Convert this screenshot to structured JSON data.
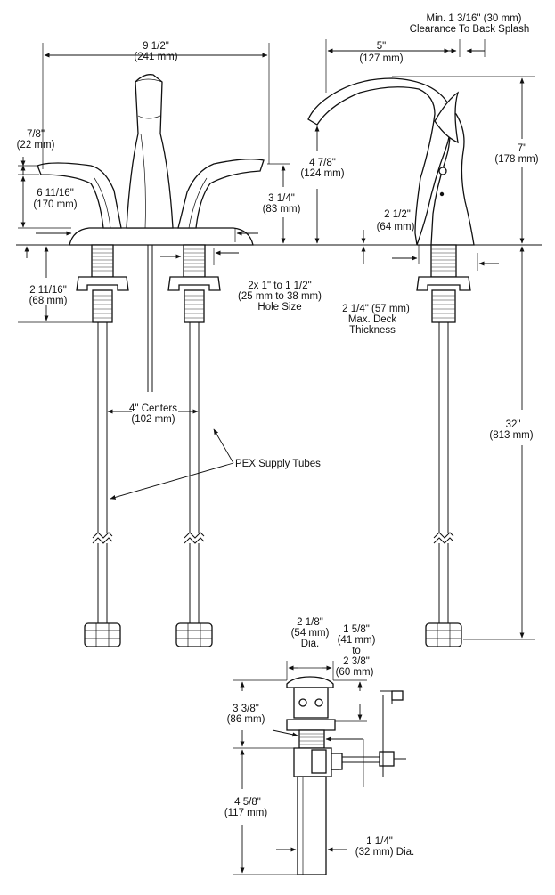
{
  "faucet_width": {
    "line1": "9 1/2\"",
    "line2": "(241 mm)"
  },
  "spout_reach": {
    "line1": "5\"",
    "line2": "(127 mm)"
  },
  "back_splash": {
    "line1": "Min. 1 3/16\" (30 mm)",
    "line2": "Clearance To Back Splash"
  },
  "handle_top": {
    "line1": "7/8\"",
    "line2": "(22 mm)"
  },
  "handle_height": {
    "line1": "6 11/16\"",
    "line2": "(170 mm)"
  },
  "spout_height_small": {
    "line1": "3 1/4\"",
    "line2": "(83 mm)"
  },
  "spout_outlet_height": {
    "line1": "4 7/8\"",
    "line2": "(124 mm)"
  },
  "overall_height": {
    "line1": "7\"",
    "line2": "(178 mm)"
  },
  "base_diameter": {
    "line1": "2 1/2\"",
    "line2": "(64 mm)"
  },
  "shank_length": {
    "line1": "2 11/16\"",
    "line2": "(68 mm)"
  },
  "hole_size": {
    "line1": "2x 1\" to 1 1/2\"",
    "line2": "(25 mm to 38 mm)",
    "line3": "Hole Size"
  },
  "deck_thickness": {
    "line1": "2 1/4\" (57 mm)",
    "line2": "Max. Deck",
    "line3": "Thickness"
  },
  "centers": {
    "line1": "4\" Centers",
    "line2": "(102 mm)"
  },
  "supply_tube_length": {
    "line1": "32\"",
    "line2": "(813 mm)"
  },
  "pex_label": "PEX Supply Tubes",
  "drain_flange": {
    "line1": "2 1/8\"",
    "line2": "(54 mm)",
    "line3": "Dia."
  },
  "drain_range": {
    "line1": "1 5/8\"",
    "line2": "(41 mm)",
    "line3": "to",
    "line4": "2 3/8\"",
    "line5": "(60 mm)"
  },
  "drain_top": {
    "line1": "3 3/8\"",
    "line2": "(86 mm)"
  },
  "drain_tail": {
    "line1": "4 5/8\"",
    "line2": "(117 mm)"
  },
  "tailpiece_diameter": {
    "line1": "1 1/4\"",
    "line2": "(32 mm) Dia."
  }
}
